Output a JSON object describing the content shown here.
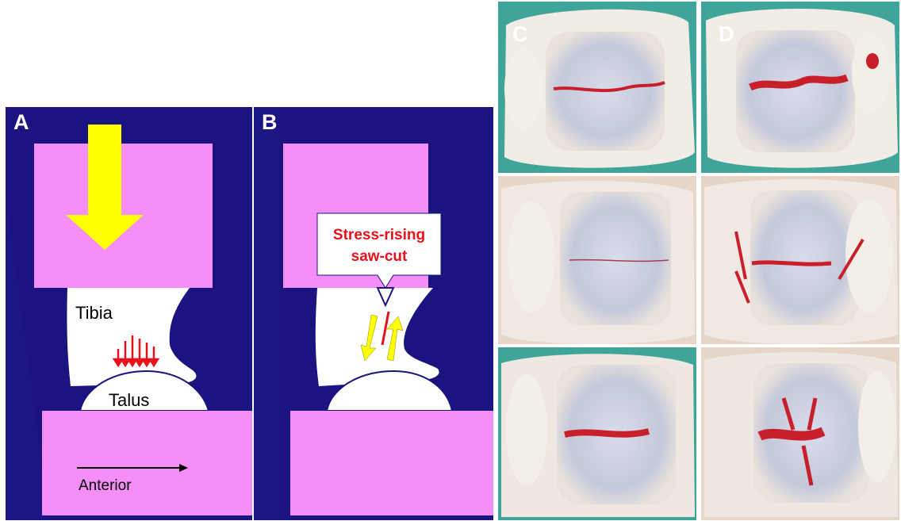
{
  "figure": {
    "panel_a": {
      "letter": "A",
      "label_tibia": "Tibia",
      "label_talus": "Talus",
      "label_direction": "Anterior"
    },
    "panel_b": {
      "letter": "B",
      "callout_line1": "Stress-rising",
      "callout_line2": "saw-cut"
    },
    "panel_c": {
      "letter": "C"
    },
    "panel_d": {
      "letter": "D"
    }
  },
  "colors": {
    "background_navy": "#1a1380",
    "plate_pink": "#f58ff7",
    "bone_white": "#ffffff",
    "load_arrow_yellow": "#ffff00",
    "stress_arrow_red": "#e8101a",
    "callout_text_red": "#e8101a",
    "photo_backdrop_teal": "#3fa59b",
    "cartilage_blue_gray": "#c9cee0",
    "fracture_red": "#c8202a"
  }
}
